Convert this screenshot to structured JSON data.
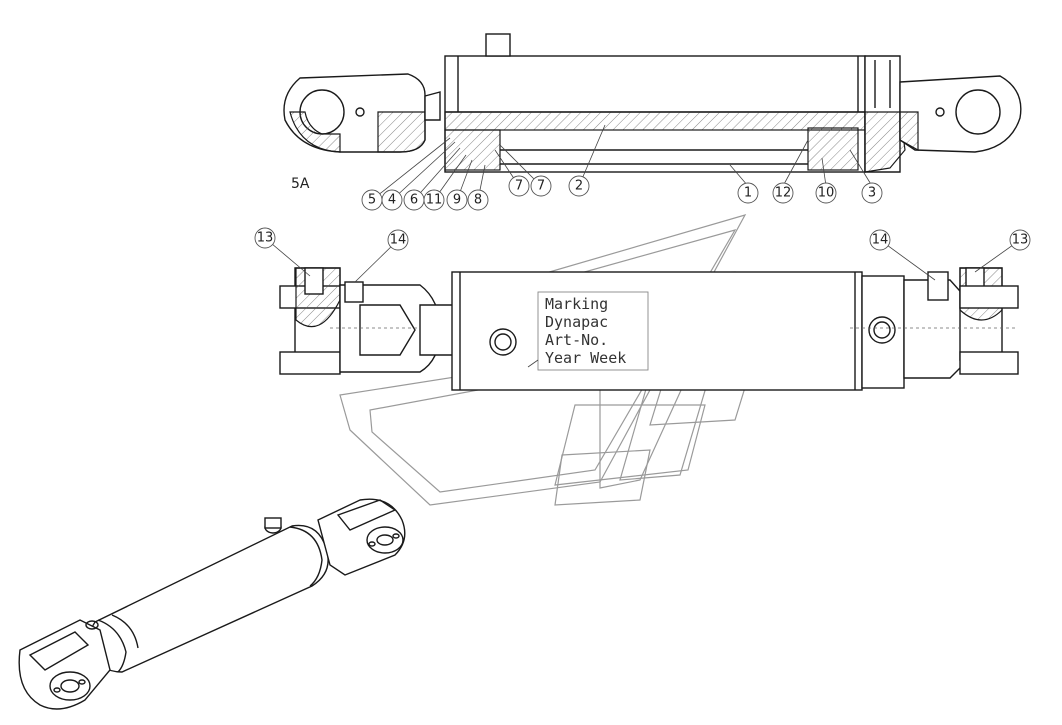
{
  "view_label": "5A",
  "callouts_section": [
    "5",
    "4",
    "6",
    "11",
    "9",
    "8",
    "7",
    "7",
    "2",
    "1",
    "12",
    "10",
    "3"
  ],
  "callouts_top_view": [
    "13",
    "14",
    "14",
    "13"
  ],
  "marking": {
    "lines": [
      "Marking",
      "Dynapac",
      "Art-No.",
      "Year Week"
    ]
  }
}
